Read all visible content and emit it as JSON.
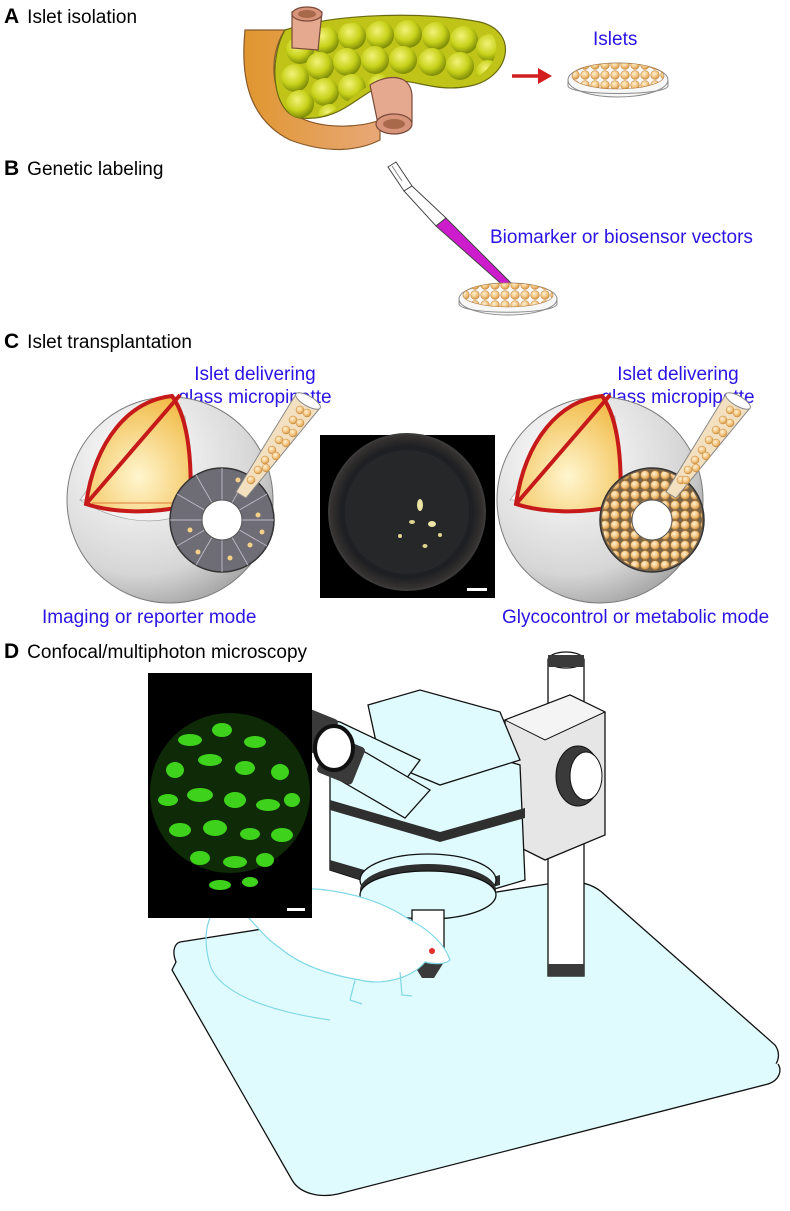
{
  "panels": {
    "a": {
      "letter": "A",
      "title": "Islet isolation",
      "islets_label": "Islets"
    },
    "b": {
      "letter": "B",
      "title": "Genetic labeling",
      "vector_label": "Biomarker or biosensor vectors"
    },
    "c": {
      "letter": "C",
      "title": "Islet transplantation",
      "pipette_label_line1": "Islet delivering",
      "pipette_label_line2": "glass micropipette",
      "mode_left": "Imaging or reporter mode",
      "mode_right": "Glycocontrol or metabolic mode"
    },
    "d": {
      "letter": "D",
      "title": "Confocal/multiphoton microscopy"
    }
  },
  "colors": {
    "label_blue": "#2a14e6",
    "arrow_red": "#d21e1e",
    "pancreas_orange": "#e29a3d",
    "islet_yellow": "#c8d21a",
    "vector_magenta": "#cc1ccc",
    "islet_cell": "#f1c27d",
    "gfp_green": "#3fd21c",
    "stage_cyan": "#e0fbfd"
  },
  "icons": [
    "pancreas-illustration",
    "petri-dish-icon",
    "pipette-icon",
    "eye-cross-section",
    "fundus-photo",
    "microscope-illustration",
    "mouse-illustration",
    "confocal-image"
  ]
}
